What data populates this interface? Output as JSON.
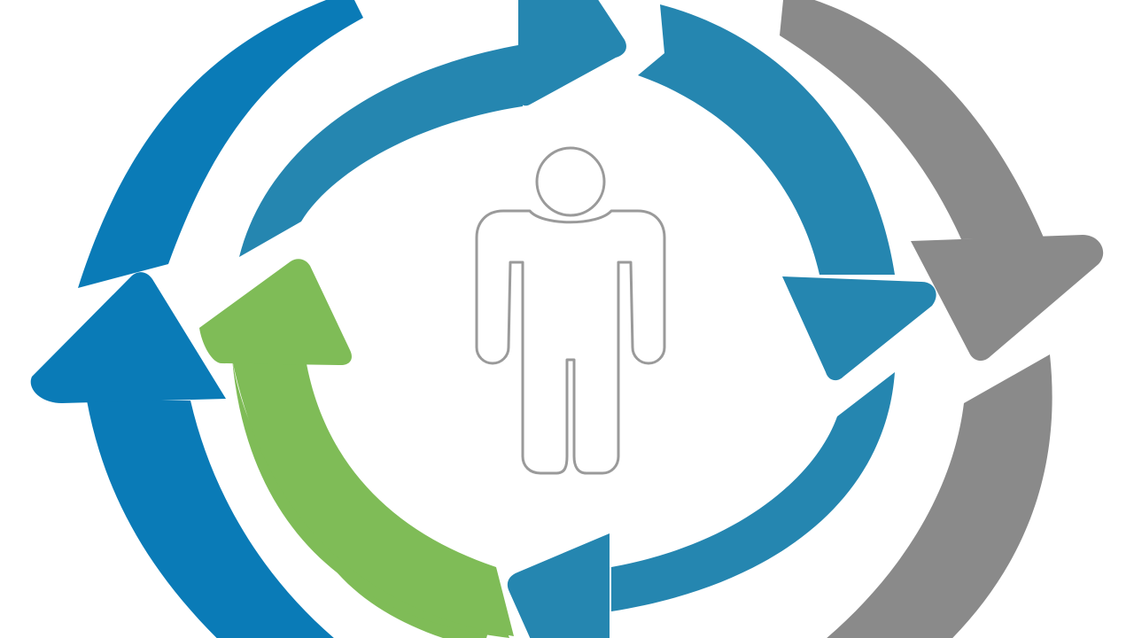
{
  "diagram": {
    "colors": {
      "background": "#ffffff",
      "outer_left_arrow": "#0a7bb7",
      "outer_right_arrow": "#8a8a8a",
      "inner_arrows": "#2586b0",
      "inner_return_arrow": "#7fbc57",
      "person_outline": "#9a9a9a"
    },
    "rings": {
      "outer": {
        "arrows": [
          {
            "icon": "curved-arrow-up-icon",
            "color_key": "outer_left_arrow"
          },
          {
            "icon": "curved-arrow-down-icon",
            "color_key": "outer_right_arrow"
          }
        ]
      },
      "inner": {
        "arrows": [
          {
            "icon": "curved-arrow-clockwise-icon",
            "color_key": "inner_arrows"
          },
          {
            "icon": "curved-arrow-clockwise-icon",
            "color_key": "inner_arrows"
          },
          {
            "icon": "curved-arrow-clockwise-icon",
            "color_key": "inner_arrows"
          },
          {
            "icon": "curved-arrow-clockwise-icon",
            "color_key": "inner_return_arrow"
          }
        ]
      }
    },
    "center": {
      "icon": "person-outline-icon"
    }
  }
}
